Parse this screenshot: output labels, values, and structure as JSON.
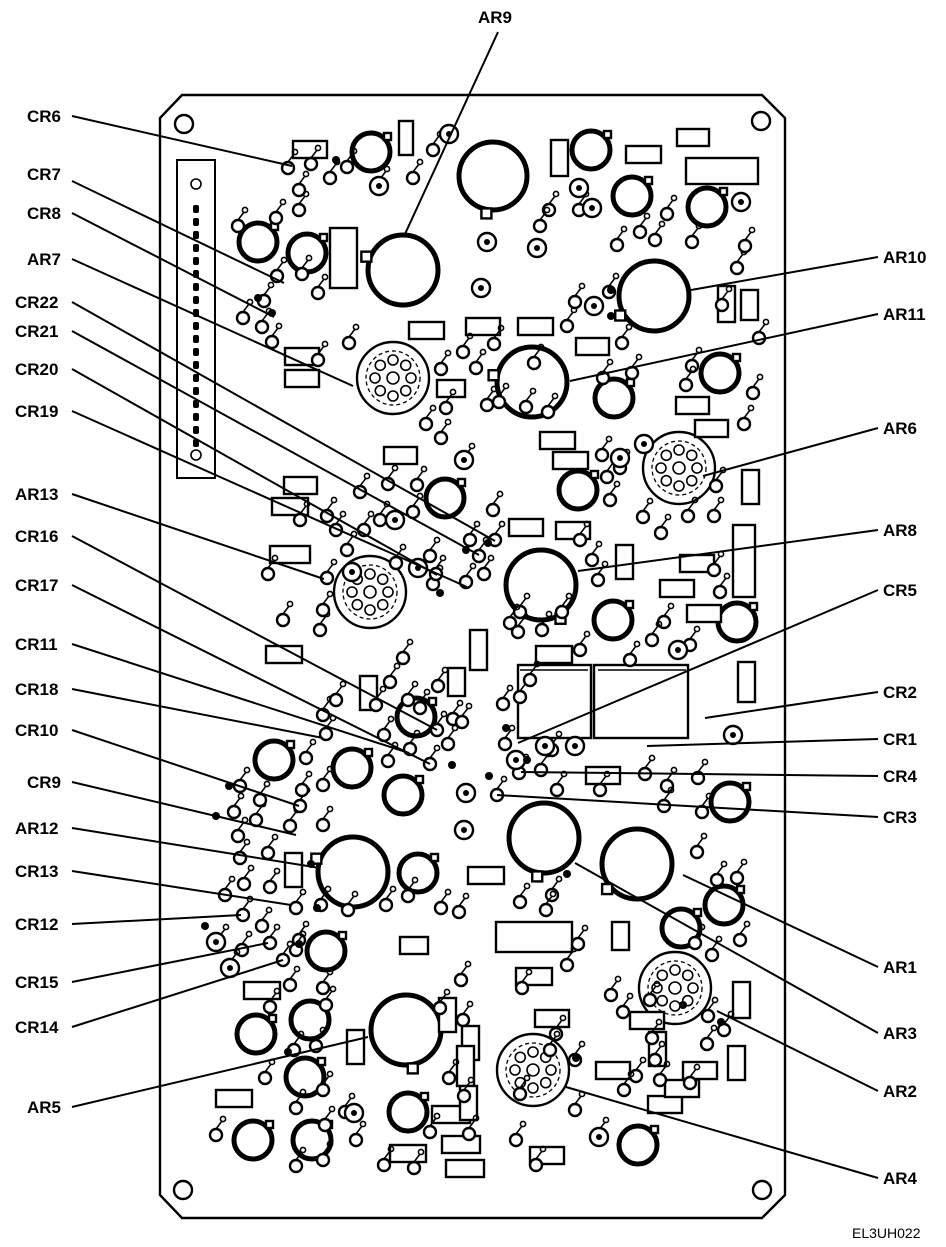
{
  "figure_code": "EL3UH022",
  "labels": {
    "AR9": "AR9",
    "CR6": "CR6",
    "CR7": "CR7",
    "CR8": "CR8",
    "AR7": "AR7",
    "CR22": "CR22",
    "CR21": "CR21",
    "CR20": "CR20",
    "CR19": "CR19",
    "AR13": "AR13",
    "CR16": "CR16",
    "CR17": "CR17",
    "CR11": "CR11",
    "CR18": "CR18",
    "CR10": "CR10",
    "CR9": "CR9",
    "AR12": "AR12",
    "CR13": "CR13",
    "CR12": "CR12",
    "CR15": "CR15",
    "CR14": "CR14",
    "AR5": "AR5",
    "AR10": "AR10",
    "AR11": "AR11",
    "AR6": "AR6",
    "AR8": "AR8",
    "CR5": "CR5",
    "CR2": "CR2",
    "CR1": "CR1",
    "CR4": "CR4",
    "CR3": "CR3",
    "AR1": "AR1",
    "AR3": "AR3",
    "AR2": "AR2",
    "AR4": "AR4"
  }
}
